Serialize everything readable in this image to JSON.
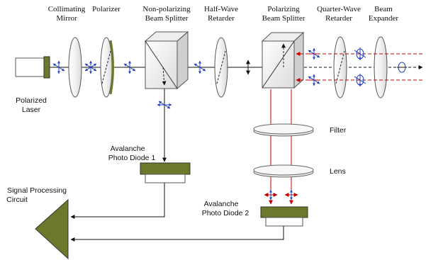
{
  "labels": {
    "collimating_mirror": [
      "Collimating",
      "Mirror"
    ],
    "polarizer": "Polarizer",
    "npbs": [
      "Non-polarizing",
      "Beam Splitter"
    ],
    "half_wave": [
      "Half-Wave",
      "Retarder"
    ],
    "pbs": [
      "Polarizing",
      "Beam Splitter"
    ],
    "quarter_wave": [
      "Quarter-Wave",
      "Retarder"
    ],
    "beam_expander": [
      "Beam",
      "Expander"
    ],
    "laser": [
      "Polarized",
      "Laser"
    ],
    "apd1": [
      "Avalanche",
      "Photo Diode 1"
    ],
    "apd2": [
      "Avalanche",
      "Photo Diode 2"
    ],
    "filter": "Filter",
    "lens": "Lens",
    "signal": [
      "Signal Processing",
      "Circuit"
    ]
  },
  "colors": {
    "component_fill": "#6b7a2a",
    "beam": "#000000",
    "return_beam": "#c00000",
    "polarization_arrows": "#1f3fbf",
    "optic_edge": "#555555"
  }
}
